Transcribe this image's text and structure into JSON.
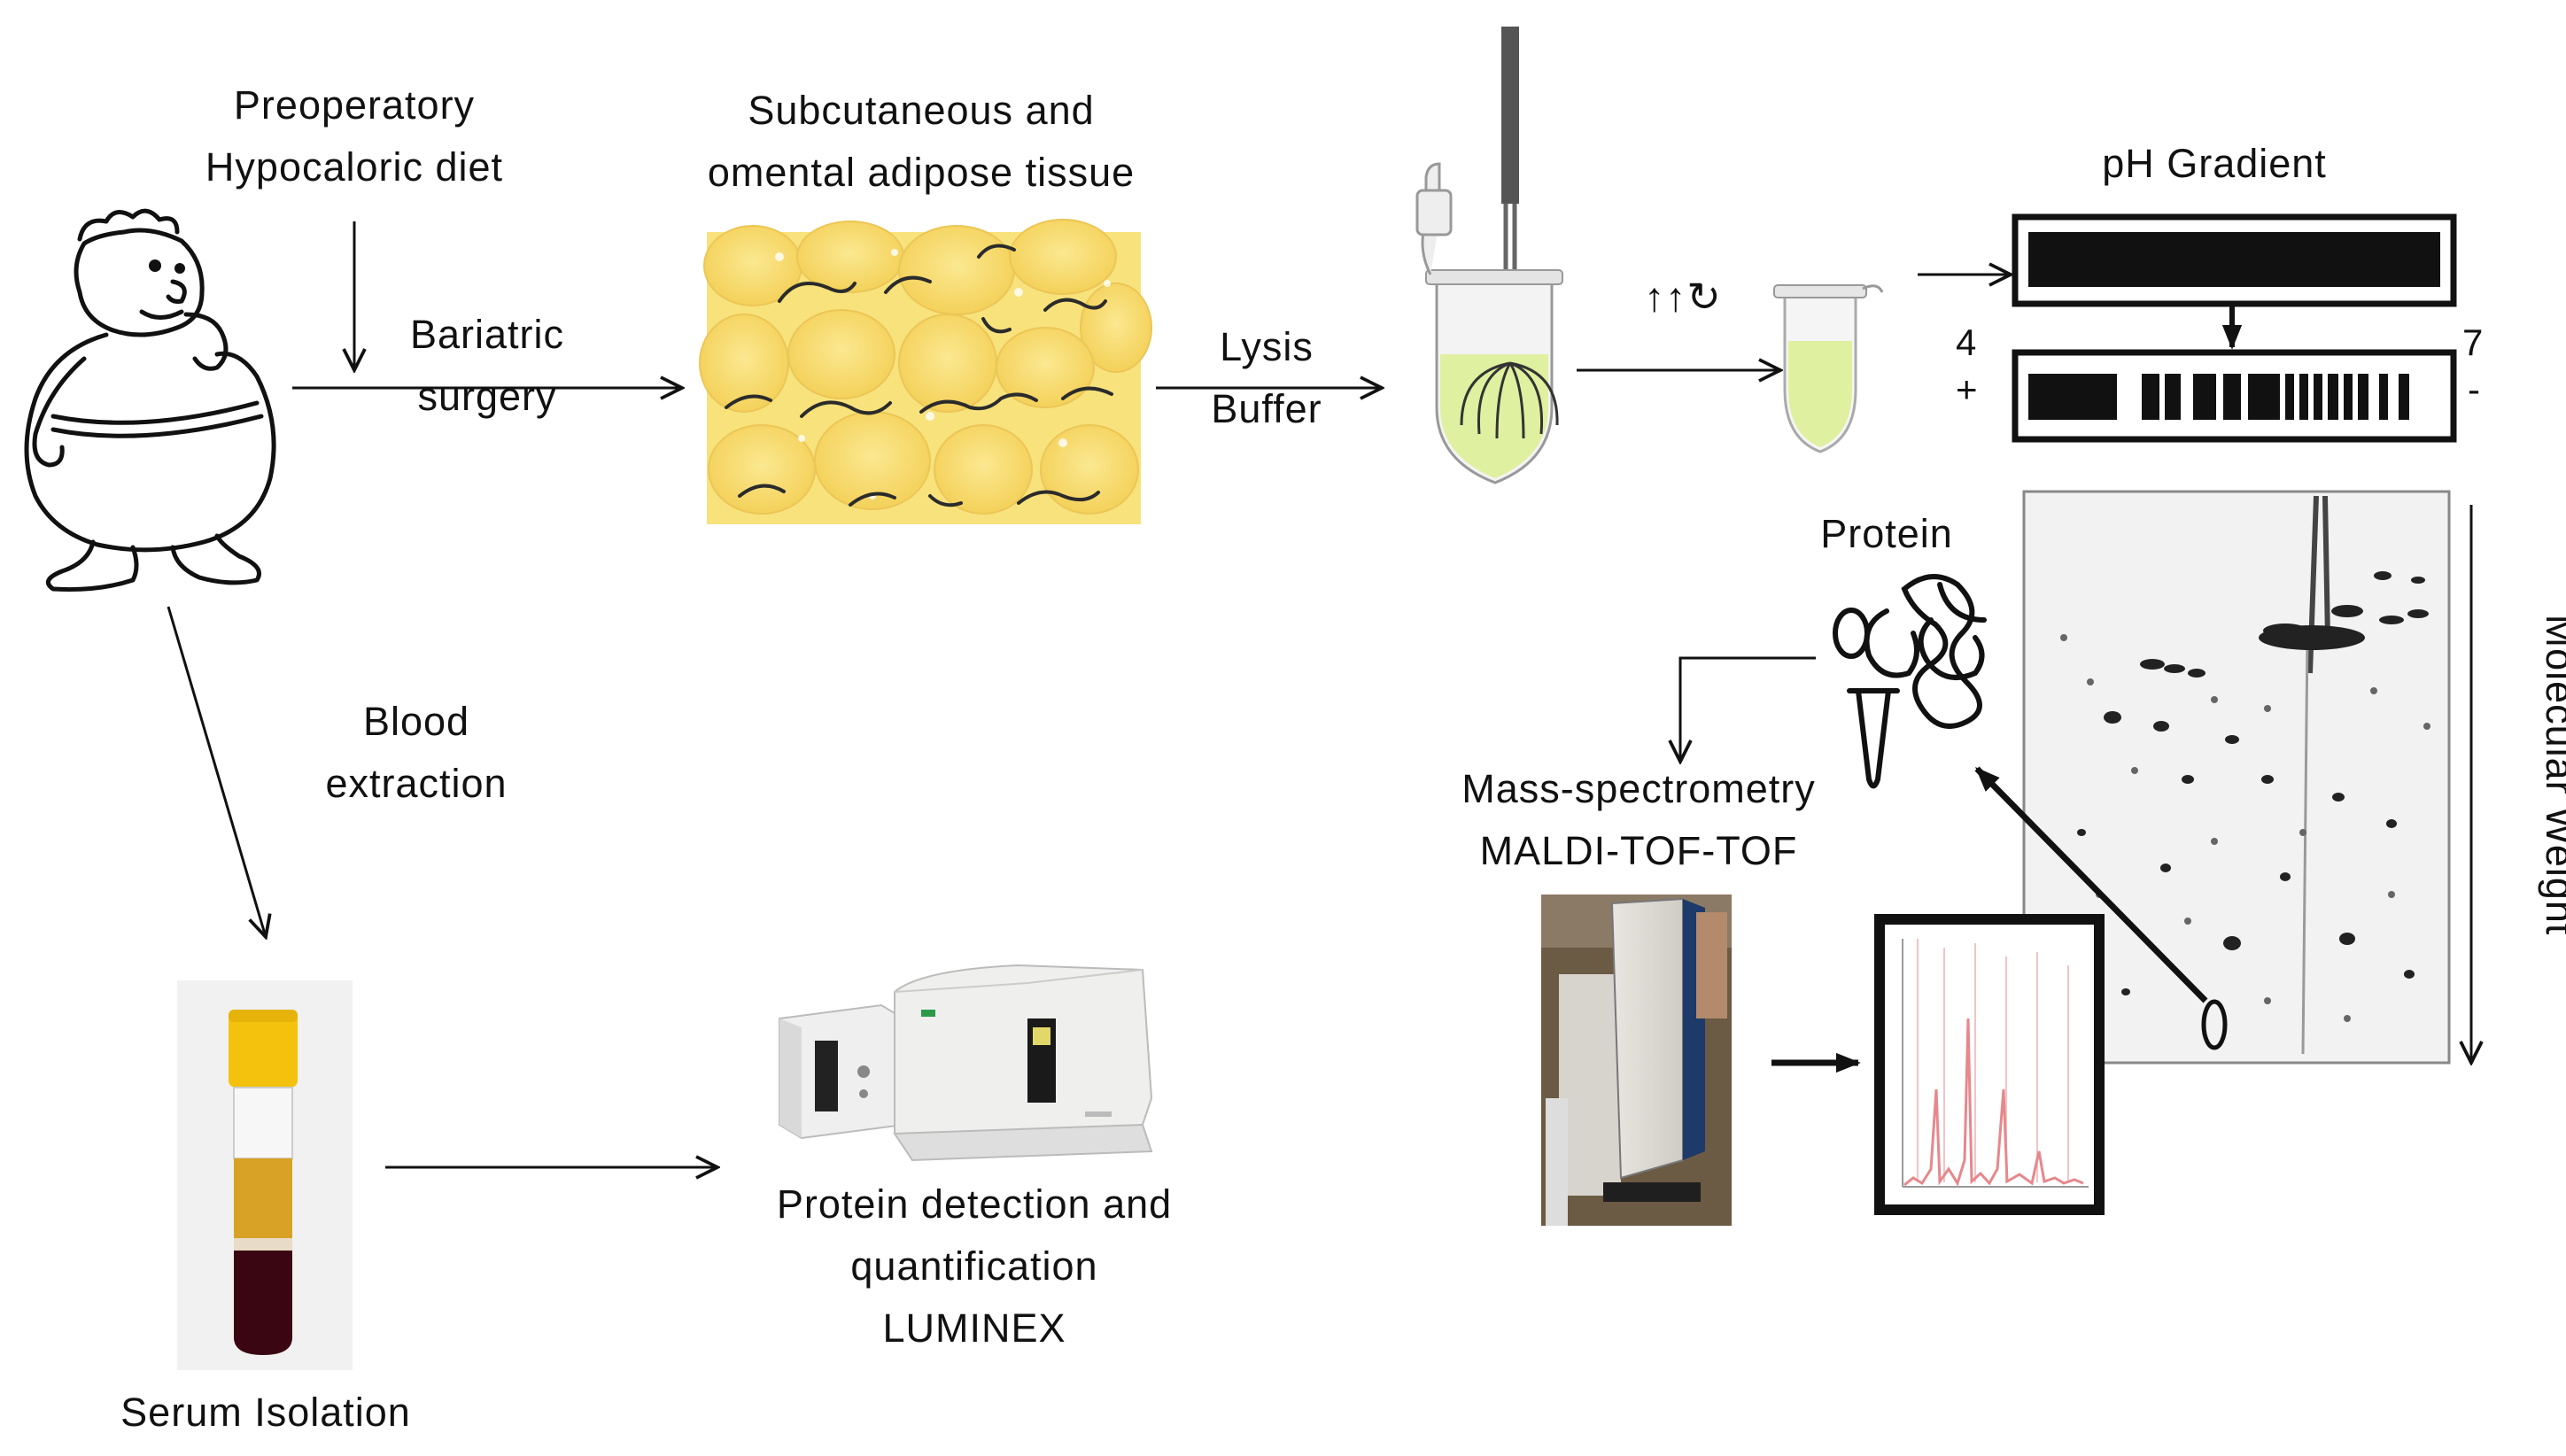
{
  "labels": {
    "diet": [
      "Preoperatory",
      "Hypocaloric diet"
    ],
    "surgery": [
      "Bariatric",
      "surgery"
    ],
    "tissue": [
      "Subcutaneous and",
      "omental adipose tissue"
    ],
    "lysis": [
      "Lysis",
      "Buffer"
    ],
    "spin": "↑↑↻",
    "ph_gradient": "pH Gradient",
    "ph_low": "4",
    "ph_high": "7",
    "plus": "+",
    "minus": "-",
    "protein": "Protein",
    "molecular_weight": "Molecular Weight",
    "mass_spec": [
      "Mass-spectrometry",
      "MALDI-TOF-TOF"
    ],
    "blood": [
      "Blood",
      "extraction"
    ],
    "serum": "Serum Isolation",
    "luminex": [
      "Protein detection and",
      "quantification",
      "LUMINEX"
    ]
  },
  "colors": {
    "adipose": "#f7e27c",
    "adipose_cell": "#f9dc6a",
    "lysate": "#dff0a0",
    "tube_cap": "#f4c20d",
    "serum": "#d8a227",
    "blood_pellet": "#3a0612",
    "spectrum_line": "#e6888c",
    "gel_bg": "#f2f2f2"
  }
}
